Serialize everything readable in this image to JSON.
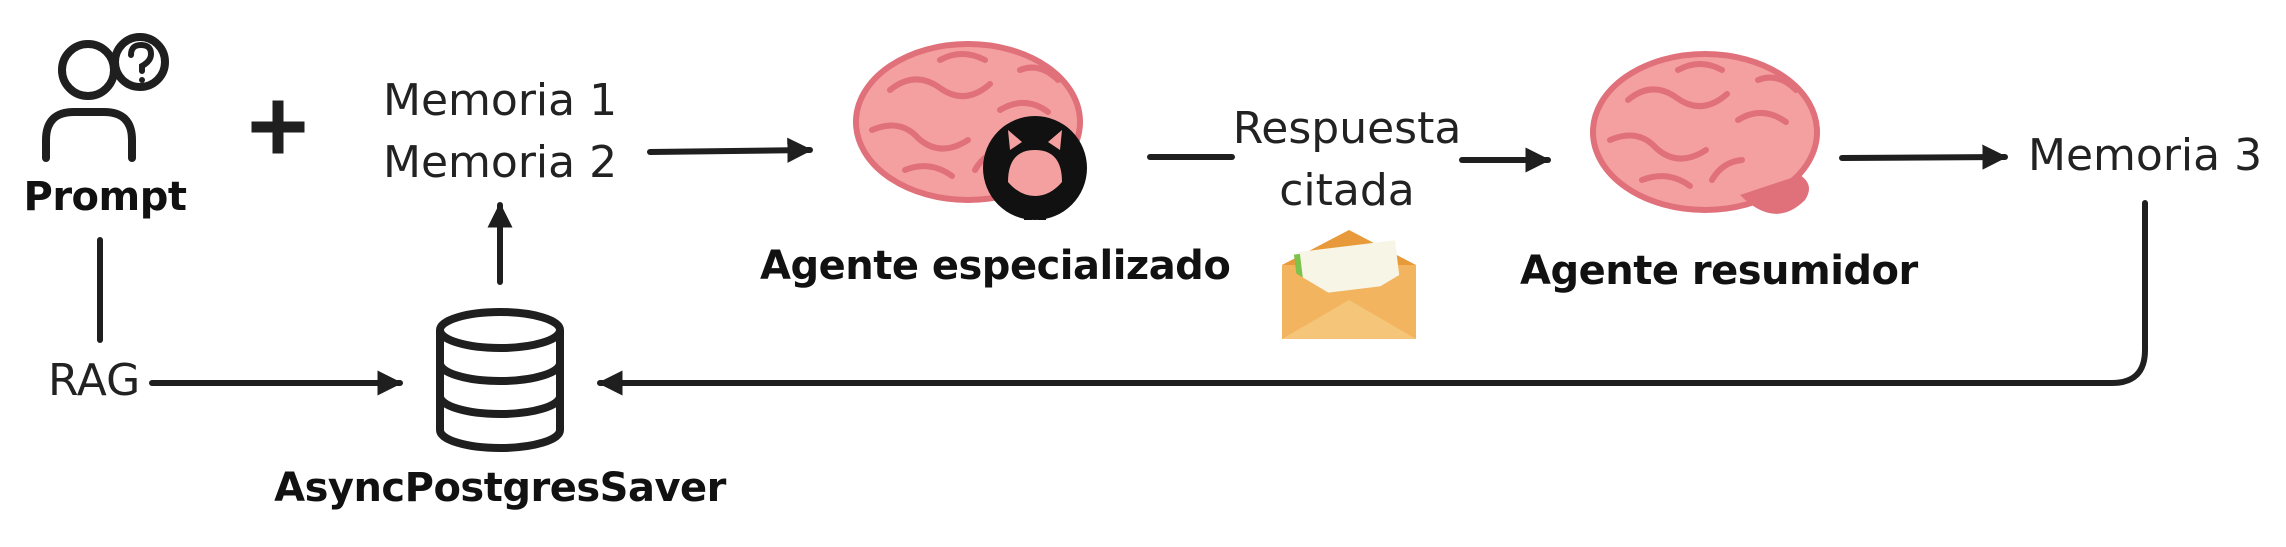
{
  "nodes": {
    "prompt": {
      "label": "Prompt",
      "icon": "user-question-icon"
    },
    "plus": {
      "symbol": "+"
    },
    "memories_in": {
      "line1": "Memoria 1",
      "line2": "Memoria 2"
    },
    "specialized_agent": {
      "label": "Agente especializado",
      "icon": "brain-github-icon"
    },
    "response": {
      "line1": "Respuesta",
      "line2": "citada",
      "icon": "envelope-icon"
    },
    "summarizer_agent": {
      "label": "Agente resumidor",
      "icon": "brain-icon"
    },
    "memory_out": {
      "label": "Memoria 3"
    },
    "rag": {
      "label": "RAG"
    },
    "database": {
      "label": "AsyncPostgresSaver",
      "icon": "database-icon"
    }
  },
  "colors": {
    "line": "#1f1f1f",
    "brain": "#f4a0a0",
    "brain_fold": "#e0707a",
    "envelope": "#f2b45e",
    "envelope_dark": "#e89a3a",
    "letter": "#f7f5e6",
    "letter_edge": "#7dc24a"
  }
}
